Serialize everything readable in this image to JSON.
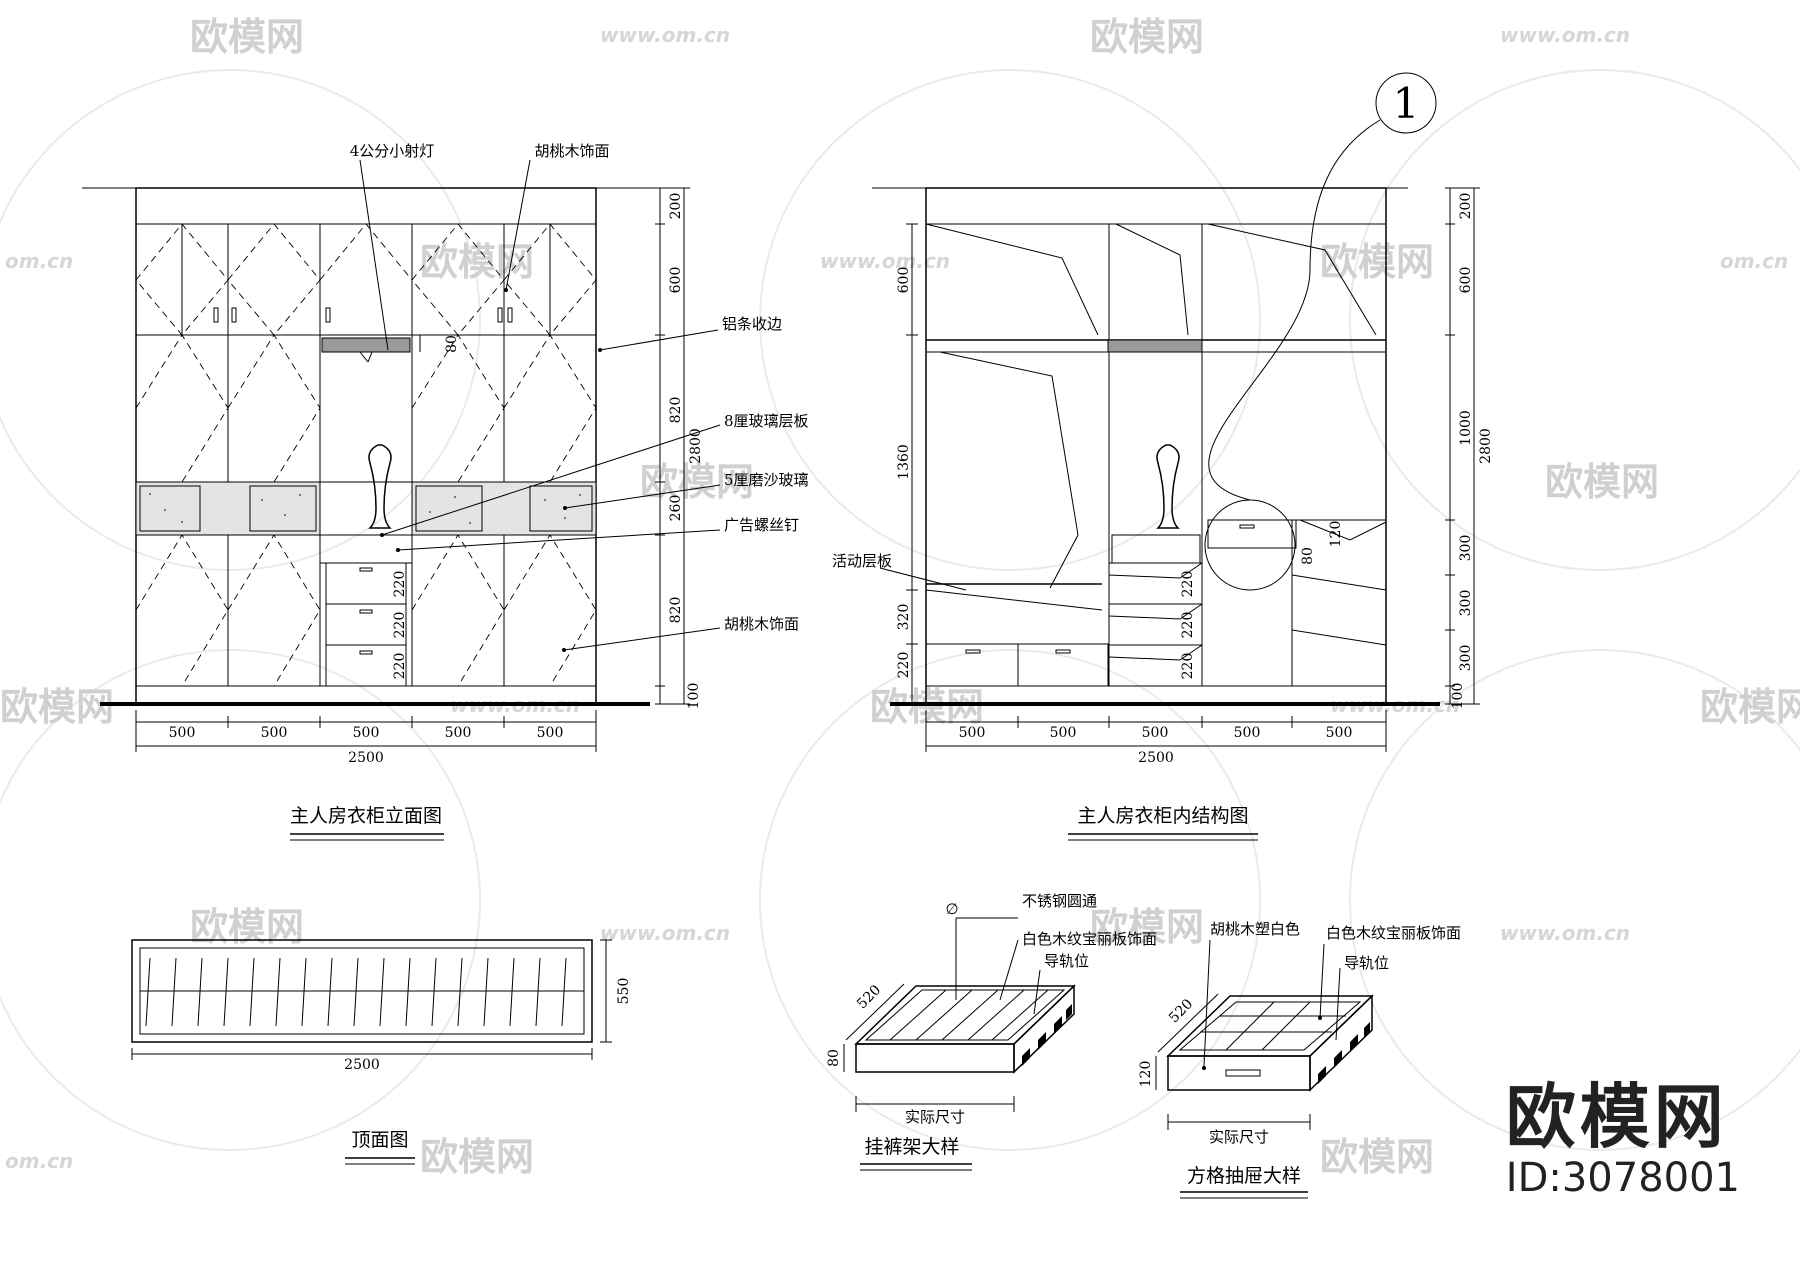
{
  "watermark": {
    "name": "欧模网",
    "url": "www.om.cn",
    "url_short": "om.cn"
  },
  "brand": {
    "name": "欧模网",
    "id_text": "ID:3078001"
  },
  "callout_number": "1",
  "titles": {
    "elevation": "主人房衣柜立面图",
    "structure": "主人房衣柜内结构图",
    "top_view": "顶面图",
    "trouser_rack": "挂裤架大样",
    "grid_drawer": "方格抽屉大样"
  },
  "labels": {
    "spotlight": "4公分小射灯",
    "walnut_veneer": "胡桃木饰面",
    "aluminum_edge": "铝条收边",
    "glass_shelf": "8厘玻璃层板",
    "frosted_glass": "5厘磨沙玻璃",
    "screw_nail": "广告螺丝钉",
    "adjustable_shelf": "活动层板",
    "stainless_tube": "不锈钢圆通",
    "white_wood_board": "白色木纹宝丽板饰面",
    "guide_rail": "导轨位",
    "walnut_white": "胡桃木塑白色",
    "actual_size": "实际尺寸",
    "diameter_symbol": "∅"
  },
  "dims_elevation": {
    "right_stack": [
      "200",
      "600",
      "820",
      "260",
      "820",
      "100"
    ],
    "total_height": "2800",
    "lamp_box": "80",
    "drawers": [
      "220",
      "220",
      "220"
    ],
    "bottom_modules": [
      "500",
      "500",
      "500",
      "500",
      "500"
    ],
    "total_width": "2500"
  },
  "dims_structure": {
    "right_stack": [
      "200",
      "600",
      "1000",
      "300",
      "300",
      "300",
      "100"
    ],
    "total_height": "2800",
    "left_stack": [
      "600",
      "1360",
      "320",
      "220"
    ],
    "drawers": [
      "220",
      "220",
      "220"
    ],
    "detail": [
      "120",
      "80"
    ],
    "bottom_modules": [
      "500",
      "500",
      "500",
      "500",
      "500"
    ],
    "total_width": "2500"
  },
  "dims_top": {
    "width": "2500",
    "depth": "550"
  },
  "dims_rack": {
    "depth": "520",
    "height": "80"
  },
  "dims_drawer": {
    "depth": "520",
    "height": "120"
  }
}
